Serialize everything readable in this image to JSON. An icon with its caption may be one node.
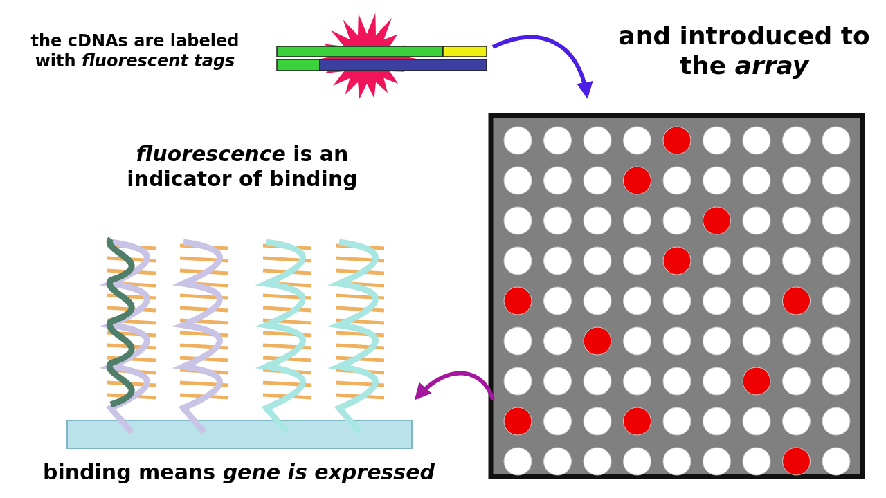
{
  "diagram": {
    "nodes": [
      {
        "text": [],
        "shape": "picture",
        "beside": [
          "the cDNAs are labeled with *fluorescent tags*"
        ]
      },
      {
        "text": [],
        "shape": "picture",
        "beside": [
          "and introduced to the *array*"
        ]
      },
      {
        "text": [],
        "shape": "picture",
        "beside": [
          "*fluorescence* is an indicator of binding",
          "binding means *gene is expressed*"
        ]
      }
    ],
    "edges": [
      {
        "from": 0,
        "to": 1,
        "arrow": "to",
        "color": "#4a1ee6"
      },
      {
        "from": 1,
        "to": 2,
        "arrow": "to",
        "color": "#a3169e"
      }
    ]
  }
}
